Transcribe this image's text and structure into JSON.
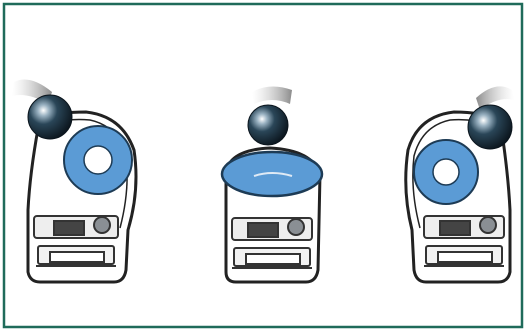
{
  "figure": {
    "panels": [
      {
        "id": "left",
        "ball": "ball-icon",
        "ring": "blue-ring-icon",
        "state": "ball contacting ring (top-left)"
      },
      {
        "id": "center",
        "ball": "ball-icon",
        "ring": "flattened-blue-ring-icon",
        "state": "ball pressing ring flat (top)"
      },
      {
        "id": "right",
        "ball": "ball-icon",
        "ring": "blue-ring-icon",
        "state": "ball contacting ring (top-right)"
      }
    ]
  },
  "colors": {
    "frame": "#1f6b5a",
    "ring_fill": "#5b9bd5",
    "ring_edge": "#1d3b55",
    "ball": "#0f1e2a",
    "outline": "#222222",
    "mechanism_gray": "#8a8f94"
  }
}
